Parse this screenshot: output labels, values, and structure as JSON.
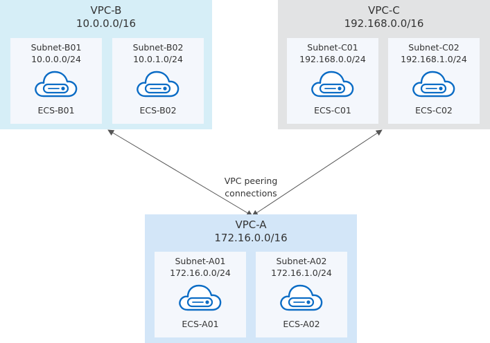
{
  "colors": {
    "vpc_b_bg": "#d6eef7",
    "vpc_c_bg": "#e2e3e4",
    "vpc_a_bg": "#d3e6f8",
    "subnet_bg": "#f4f7fc",
    "icon_stroke": "#0b6cc5",
    "arrow": "#555555"
  },
  "vpcs": {
    "b": {
      "name": "VPC-B",
      "cidr": "10.0.0.0/16",
      "subnets": [
        {
          "name": "Subnet-B01",
          "cidr": "10.0.0.0/24",
          "ecs": "ECS-B01",
          "icon": "cloud-server-icon"
        },
        {
          "name": "Subnet-B02",
          "cidr": "10.0.1.0/24",
          "ecs": "ECS-B02",
          "icon": "cloud-server-icon"
        }
      ]
    },
    "c": {
      "name": "VPC-C",
      "cidr": "192.168.0.0/16",
      "subnets": [
        {
          "name": "Subnet-C01",
          "cidr": "192.168.0.0/24",
          "ecs": "ECS-C01",
          "icon": "cloud-server-icon"
        },
        {
          "name": "Subnet-C02",
          "cidr": "192.168.1.0/24",
          "ecs": "ECS-C02",
          "icon": "cloud-server-icon"
        }
      ]
    },
    "a": {
      "name": "VPC-A",
      "cidr": "172.16.0.0/16",
      "subnets": [
        {
          "name": "Subnet-A01",
          "cidr": "172.16.0.0/24",
          "ecs": "ECS-A01",
          "icon": "cloud-server-icon"
        },
        {
          "name": "Subnet-A02",
          "cidr": "172.16.1.0/24",
          "ecs": "ECS-A02",
          "icon": "cloud-server-icon"
        }
      ]
    }
  },
  "peering": {
    "label_line1": "VPC peering",
    "label_line2": "connections"
  }
}
